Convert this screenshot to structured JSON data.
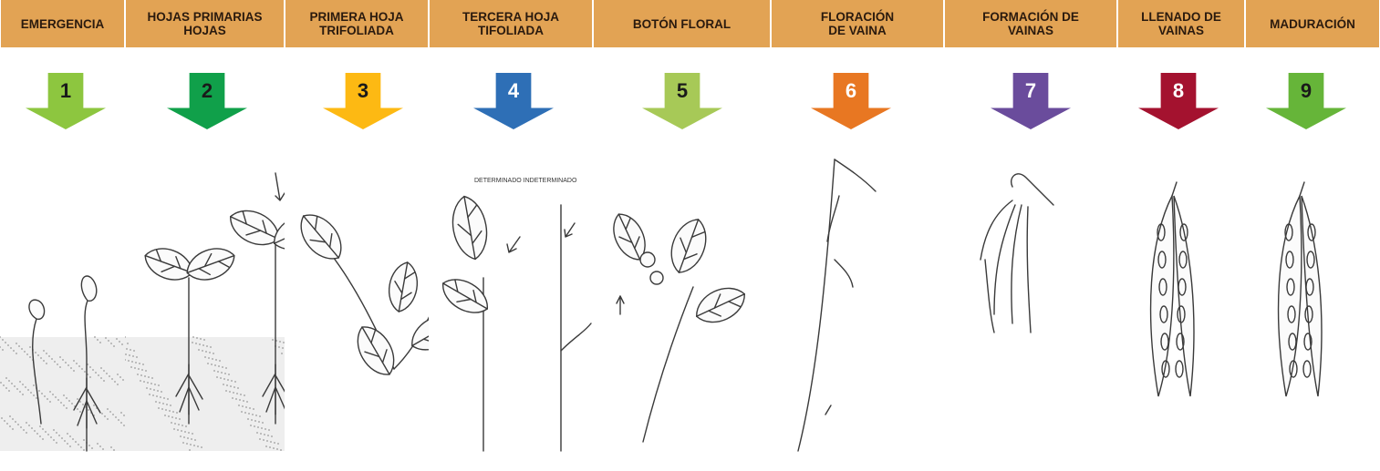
{
  "stages": [
    {
      "header": "EMERGENCIA",
      "number": "1",
      "color": "#8dc63f",
      "num_color": "#1a1a1a",
      "illustration": "seedling-emerging"
    },
    {
      "header": "HOJAS PRIMARIAS\nHOJAS",
      "number": "2",
      "color": "#10a04a",
      "num_color": "#1a1a1a",
      "illustration": "primary-leaves"
    },
    {
      "header": "PRIMERA HOJA\nTRIFOLIADA",
      "number": "3",
      "color": "#fdb913",
      "num_color": "#1a1a1a",
      "illustration": "first-trifoliate"
    },
    {
      "header": "TERCERA HOJA\nTIFOLIADA",
      "number": "4",
      "color": "#2e6fb6",
      "num_color": "#ffffff",
      "illustration": "third-trifoliate"
    },
    {
      "header": "BOTÓN FLORAL",
      "number": "5",
      "color": "#a7c957",
      "num_color": "#1a1a1a",
      "illustration": "flower-bud"
    },
    {
      "header": "FLORACIÓN\nDE VAINA",
      "number": "6",
      "color": "#e87722",
      "num_color": "#ffffff",
      "illustration": "flowering"
    },
    {
      "header": "FORMACIÓN DE\nVAINAS",
      "number": "7",
      "color": "#6a4c9c",
      "num_color": "#ffffff",
      "illustration": "pod-formation"
    },
    {
      "header": "LLENADO DE\nVAINAS",
      "number": "8",
      "color": "#a4122f",
      "num_color": "#ffffff",
      "illustration": "pod-filling"
    },
    {
      "header": "MADURACIÓN",
      "number": "9",
      "color": "#66b539",
      "num_color": "#1a1a1a",
      "illustration": "maturity"
    }
  ],
  "annotation_text": "DETERMINADO  INDETERMINADO"
}
